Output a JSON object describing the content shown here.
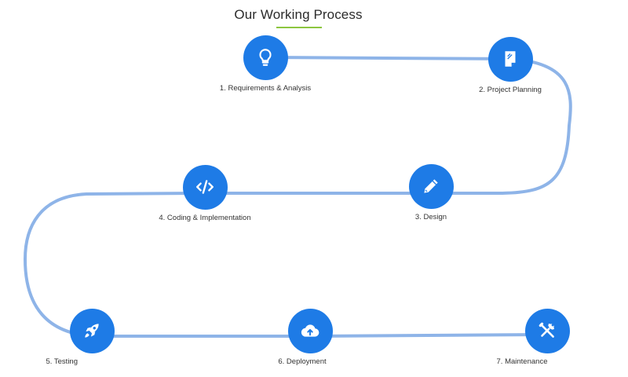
{
  "header": {
    "title": "Our Working Process",
    "underline_color": "#8cc63f"
  },
  "theme": {
    "circle_color": "#1e7be6",
    "path_color": "#8eb4e8",
    "icon_color": "#ffffff"
  },
  "steps": [
    {
      "label": "1. Requirements & Analysis",
      "icon": "lightbulb-icon"
    },
    {
      "label": "2. Project Planning",
      "icon": "document-icon"
    },
    {
      "label": "3. Design",
      "icon": "pencil-icon"
    },
    {
      "label": "4. Coding & Implementation",
      "icon": "code-icon"
    },
    {
      "label": "5. Testing",
      "icon": "rocket-icon"
    },
    {
      "label": "6. Deployment",
      "icon": "cloud-upload-icon"
    },
    {
      "label": "7. Maintenance",
      "icon": "tools-icon"
    }
  ]
}
